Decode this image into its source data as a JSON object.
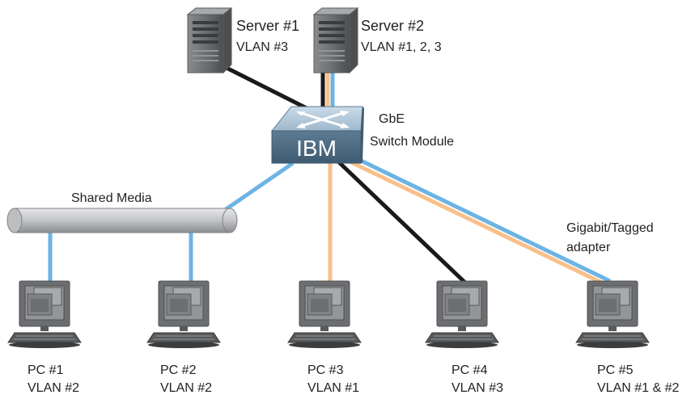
{
  "colors": {
    "vlan1": "#f9c08a",
    "vlan2": "#6cb4e4",
    "vlan3": "#1a1a1a",
    "device": "#6d6e71",
    "switch_face": "#4f6e86"
  },
  "servers": [
    {
      "name": "Server #1",
      "vlan": "VLAN #3",
      "icon": "server-icon"
    },
    {
      "name": "Server #2",
      "vlan": "VLAN #1, 2, 3",
      "icon": "server-icon"
    }
  ],
  "switch": {
    "brand": "IBM",
    "label_line1": "GbE",
    "label_line2": "Switch Module",
    "icon": "switch-icon"
  },
  "shared_media": {
    "label": "Shared Media"
  },
  "adapter_label": {
    "line1": "Gigabit/Tagged",
    "line2": "adapter"
  },
  "pcs": [
    {
      "name": "PC #1",
      "vlan": "VLAN #2",
      "icon": "computer-icon"
    },
    {
      "name": "PC #2",
      "vlan": "VLAN #2",
      "icon": "computer-icon"
    },
    {
      "name": "PC #3",
      "vlan": "VLAN #1",
      "icon": "computer-icon"
    },
    {
      "name": "PC #4",
      "vlan": "VLAN #3",
      "icon": "computer-icon"
    },
    {
      "name": "PC #5",
      "vlan": "VLAN #1 & #2",
      "icon": "computer-icon"
    }
  ]
}
